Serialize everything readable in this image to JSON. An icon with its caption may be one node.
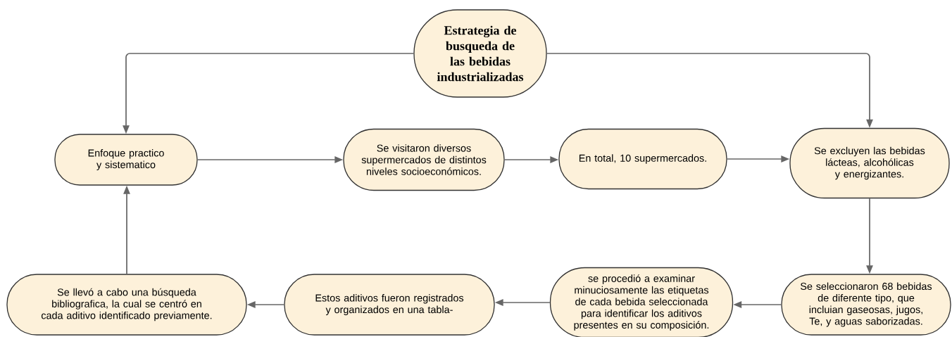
{
  "diagram": {
    "nodes": [
      {
        "text": [
          "Estrategia de busqueda de las bebidas industrializadas"
        ]
      },
      {
        "text": [
          "Enfoque practico y sistematico"
        ]
      },
      {
        "text": [
          "Se visitaron diversos supermercados de distintos niveles socioeconómicos."
        ]
      },
      {
        "text": [
          "En total, 10 supermercados."
        ]
      },
      {
        "text": [
          "Se excluyen las bebidas lácteas, alcohólicas y energizantes."
        ]
      },
      {
        "text": [
          "Se seleccionaron 68 bebidas de diferente tipo, que incluian gaseosas, jugos, Te, y aguas saborizadas."
        ]
      },
      {
        "text": [
          "se procedió a examinar minuciosamente las etiquetas de cada bebida seleccionada para identificar  los aditivos presentes en su composición."
        ]
      },
      {
        "text": [
          "Estos aditivos fueron registrados y organizados en una tabla-"
        ]
      },
      {
        "text": [
          "Se llevó a cabo una búsqueda bibliografica, la cual  se centró en cada aditivo identificado previamente."
        ]
      }
    ],
    "edges": [
      {
        "from": 0,
        "to": 1,
        "arrow": "to"
      },
      {
        "from": 0,
        "to": 4,
        "arrow": "to"
      },
      {
        "from": 1,
        "to": 2,
        "arrow": "to"
      },
      {
        "from": 2,
        "to": 3,
        "arrow": "to"
      },
      {
        "from": 3,
        "to": 4,
        "arrow": "to"
      },
      {
        "from": 4,
        "to": 5,
        "arrow": "to"
      },
      {
        "from": 5,
        "to": 6,
        "arrow": "to"
      },
      {
        "from": 6,
        "to": 7,
        "arrow": "to"
      },
      {
        "from": 7,
        "to": 8,
        "arrow": "to"
      },
      {
        "from": 8,
        "to": 1,
        "arrow": "to"
      }
    ]
  }
}
